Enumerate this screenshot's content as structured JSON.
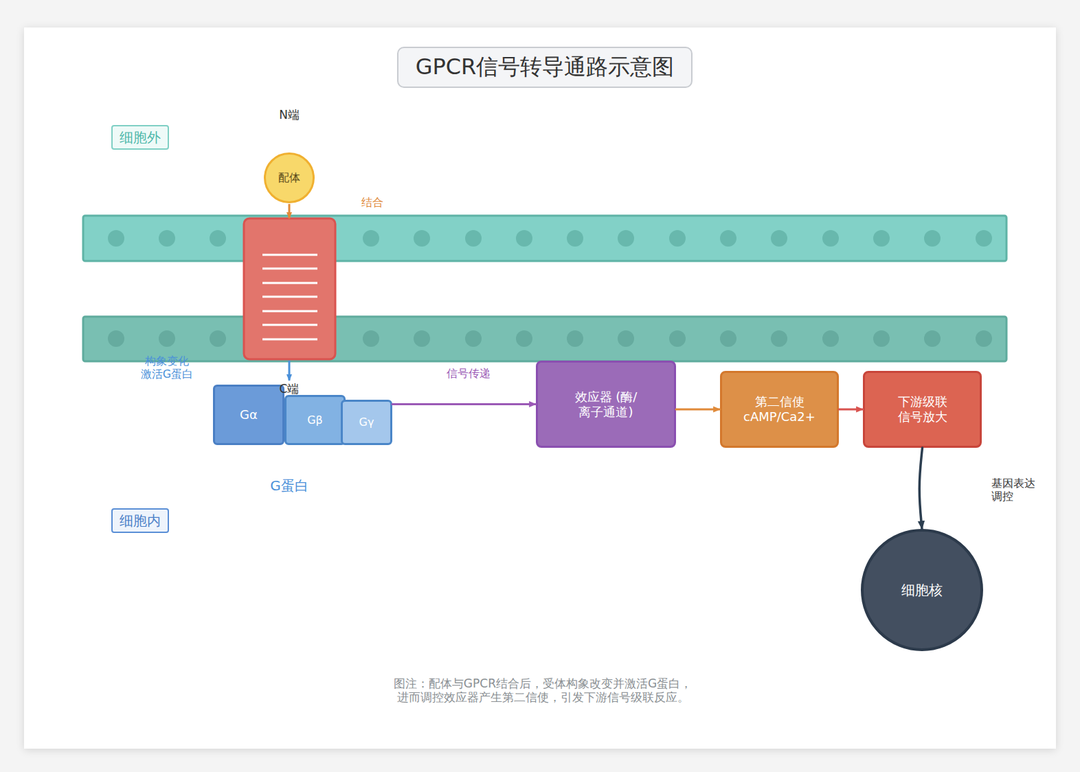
{
  "diagram": {
    "title": "GPCR信号转导通路示意图",
    "caption": "图注：配体与GPCR结合后，受体构象改变并激活G蛋白， 进而调控效应器产生第二信使，引发下游信号级联反应。",
    "nodes": [
      {
        "text": [
          "细胞外"
        ]
      },
      {
        "text": [
          "配体"
        ]
      },
      {
        "text": [
          "Gα"
        ]
      },
      {
        "text": [
          "Gβ"
        ]
      },
      {
        "text": [
          "Gγ"
        ]
      },
      {
        "text": [
          "效应器 (酶/离子通道)"
        ]
      },
      {
        "text": [
          "第二信使 cAMP/Ca2+"
        ]
      },
      {
        "text": [
          "下游级联 信号放大"
        ]
      },
      {
        "text": [
          "细胞内"
        ]
      },
      {
        "text": [
          "细胞核"
        ]
      }
    ],
    "edges": [
      {
        "from": 4,
        "to": 5,
        "arrow": "to",
        "label": "信号传递"
      },
      {
        "from": 5,
        "to": 6,
        "arrow": "to"
      },
      {
        "from": 6,
        "to": 7,
        "arrow": "to"
      },
      {
        "from": 7,
        "to": 9,
        "arrow": "to",
        "label": "基因表达 调控"
      }
    ],
    "labels": [
      "N端",
      "结合",
      "构象变化 激活G蛋白",
      "C端",
      "G蛋白"
    ]
  }
}
